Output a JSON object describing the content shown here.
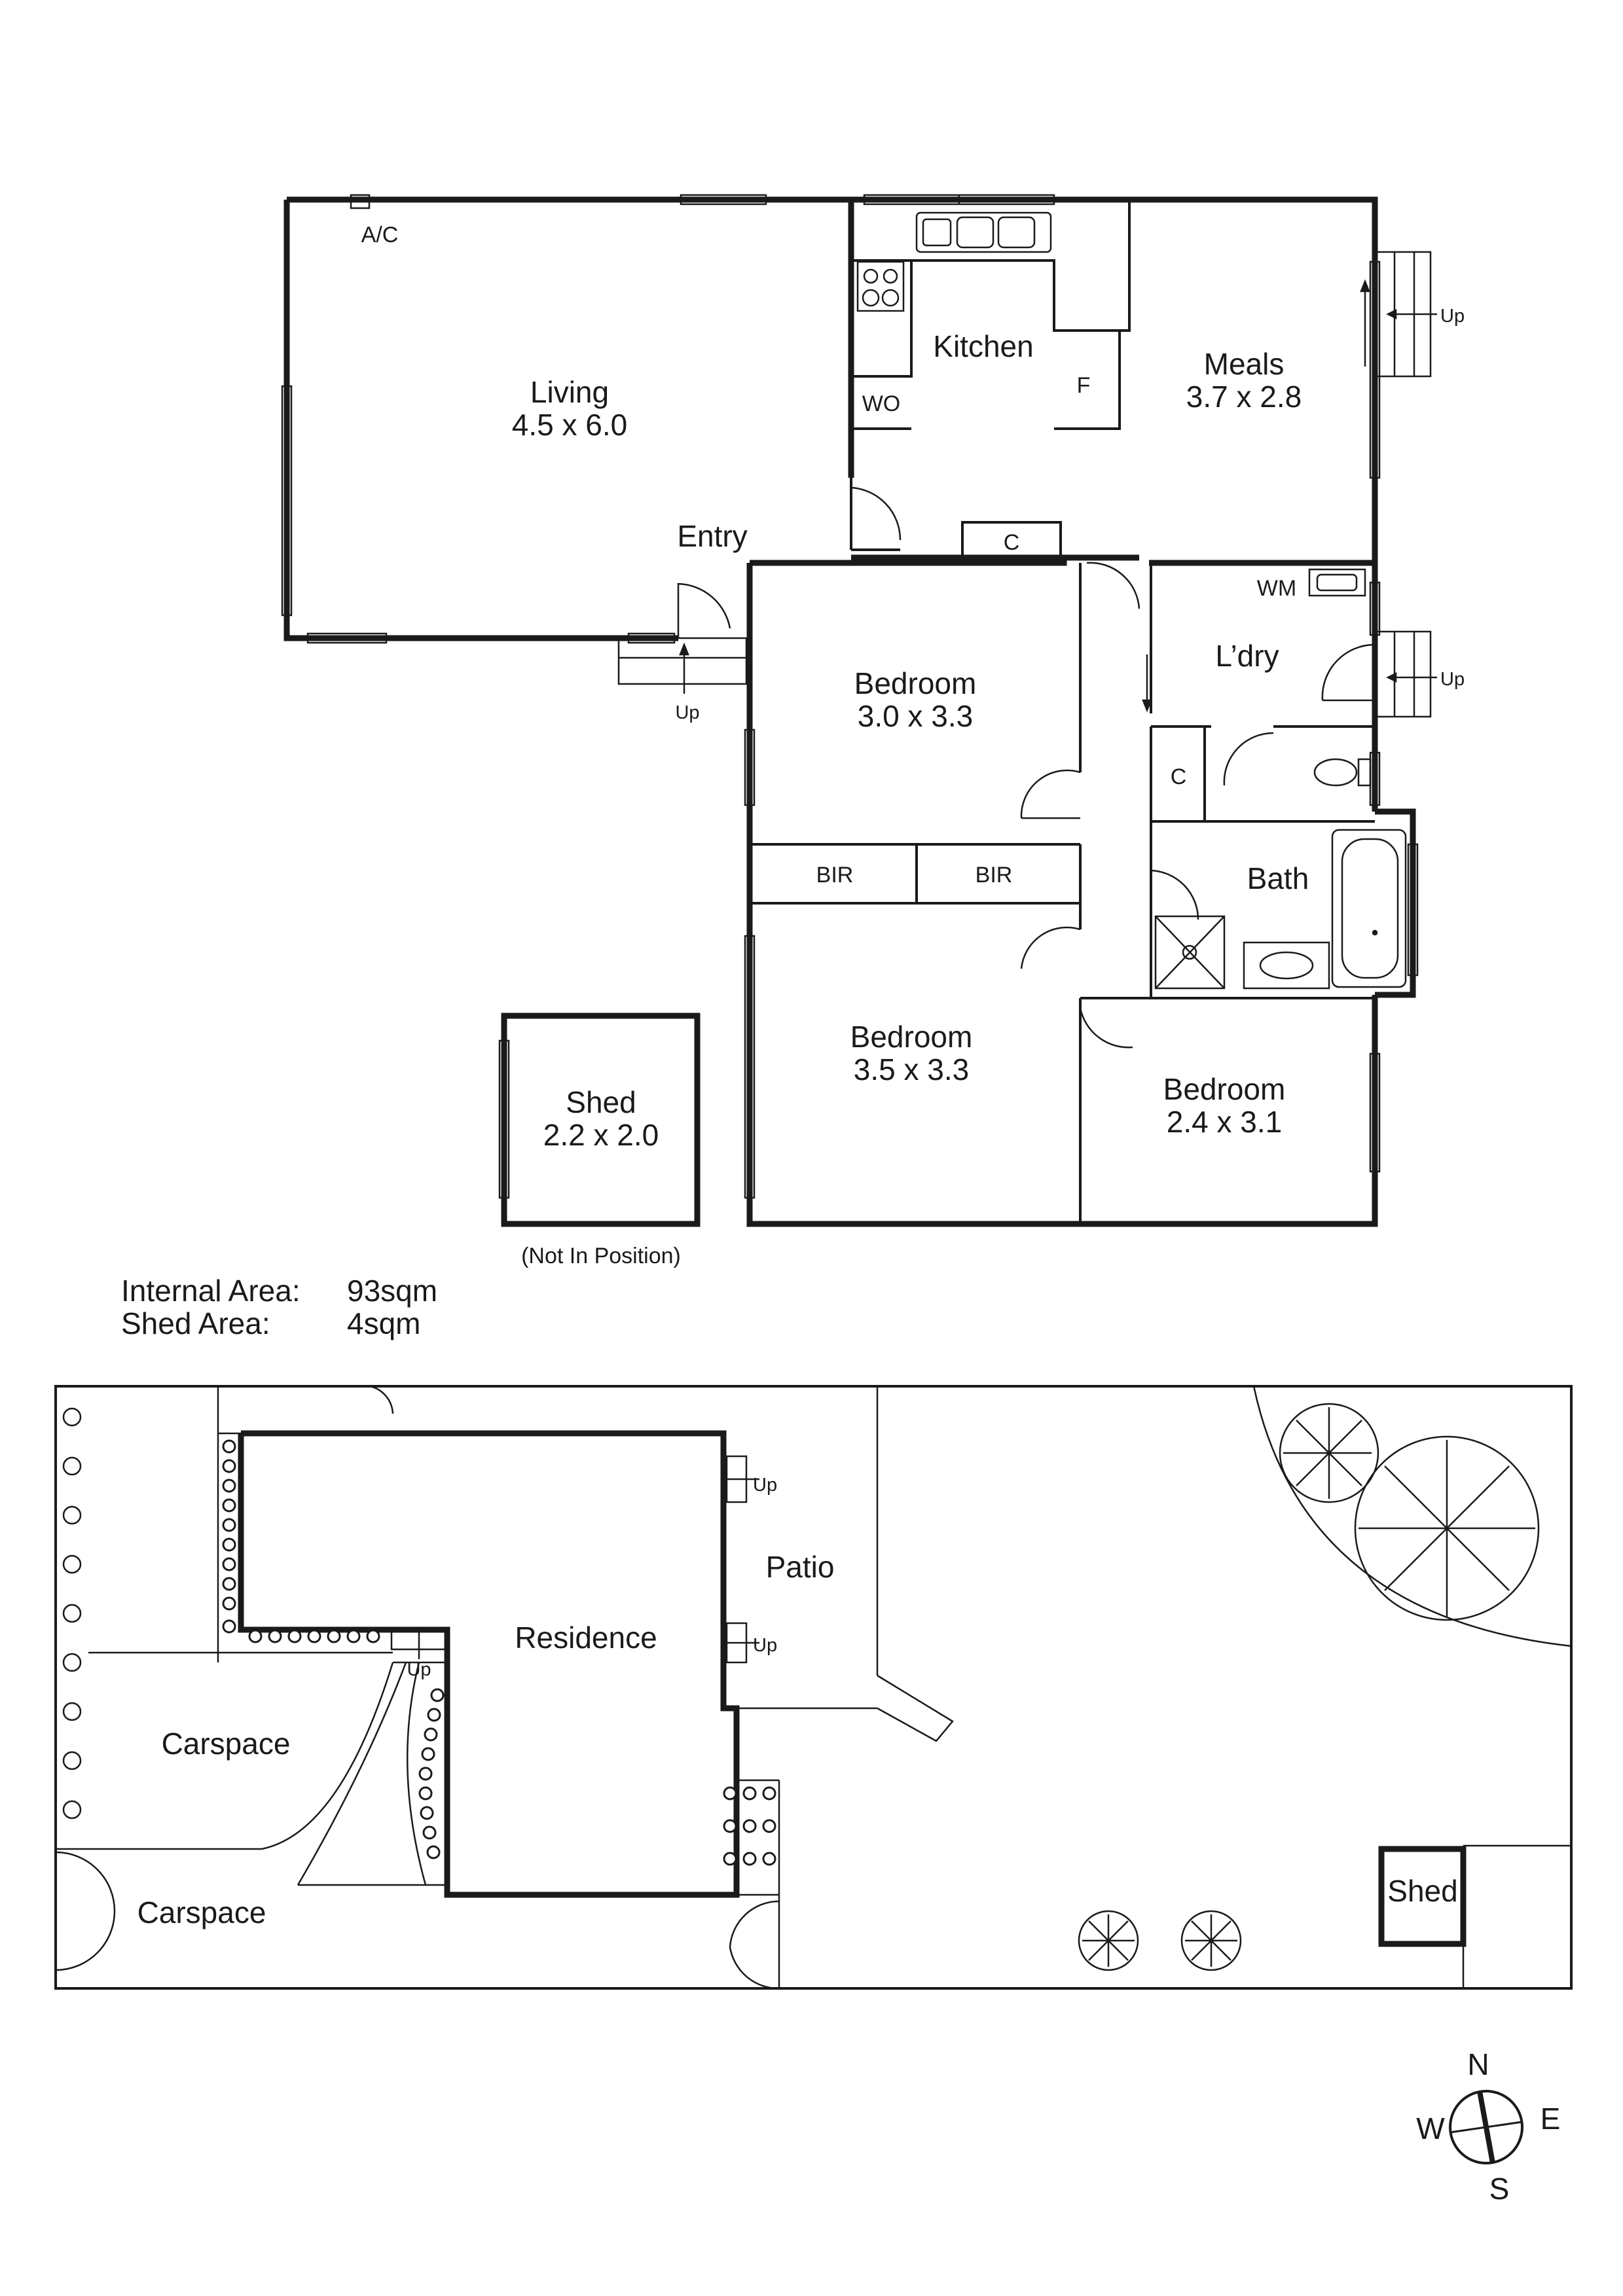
{
  "rooms": {
    "living": {
      "name": "Living",
      "dims": "4.5 x 6.0"
    },
    "kitchen": {
      "name": "Kitchen"
    },
    "meals": {
      "name": "Meals",
      "dims": "3.7 x 2.8"
    },
    "entry": {
      "name": "Entry"
    },
    "bedroom1": {
      "name": "Bedroom",
      "dims": "3.0 x 3.3"
    },
    "bedroom2": {
      "name": "Bedroom",
      "dims": "3.5 x 3.3"
    },
    "bedroom3": {
      "name": "Bedroom",
      "dims": "2.4 x 3.1"
    },
    "laundry": {
      "name": "L’dry"
    },
    "bath": {
      "name": "Bath"
    },
    "shed": {
      "name": "Shed",
      "dims": "2.2 x 2.0",
      "note": "(Not In Position)"
    }
  },
  "fixtures": {
    "ac": "A/C",
    "wo": "WO",
    "fridge": "F",
    "cupboard": "C",
    "wm": "WM",
    "bir": "BIR",
    "up": "Up"
  },
  "areas": {
    "internal_label": "Internal Area:",
    "internal_value": "93sqm",
    "shed_label": "Shed Area:",
    "shed_value": "4sqm"
  },
  "site": {
    "residence": "Residence",
    "patio": "Patio",
    "carspace": "Carspace",
    "shed": "Shed"
  },
  "compass": {
    "n": "N",
    "s": "S",
    "e": "E",
    "w": "W"
  }
}
